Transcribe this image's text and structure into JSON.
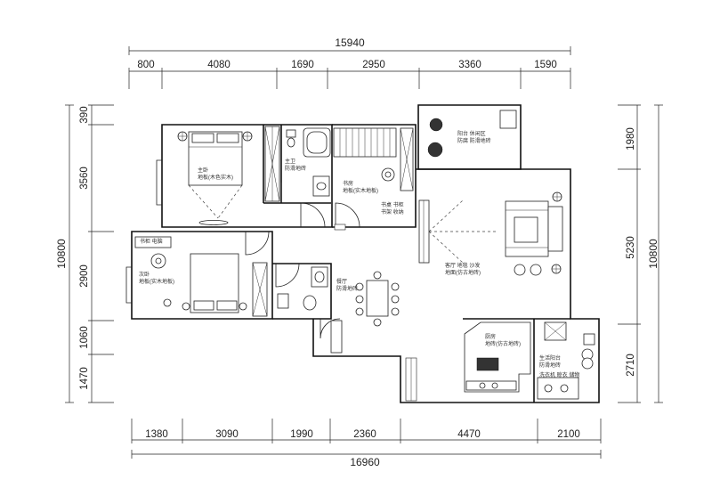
{
  "dimensions": {
    "top_total": "15940",
    "top_segments": [
      "800",
      "4080",
      "1690",
      "2950",
      "3360",
      "1590"
    ],
    "bottom_total": "16960",
    "bottom_segments": [
      "1380",
      "3090",
      "1990",
      "2360",
      "4470",
      "2100"
    ],
    "left_total": "10800",
    "left_segments": [
      "390",
      "3560",
      "2900",
      "1060",
      "1470"
    ],
    "right_total": "10800",
    "right_segments": [
      "1980",
      "5230",
      "2710"
    ]
  },
  "rooms": {
    "master_bedroom": [
      "主卧",
      "地板(木色实木)"
    ],
    "master_bath": [
      "主卫",
      "防滑地砖"
    ],
    "study": [
      "书房",
      "地板(实木地板)"
    ],
    "study_note": [
      "书桌 书柜",
      "书架 收纳"
    ],
    "balcony": [
      "阳台 休闲区",
      "防腐 防滑地砖"
    ],
    "second_bedroom": [
      "次卧",
      "地板(实木地板)"
    ],
    "dining": [
      "餐厅",
      "防滑地砖"
    ],
    "living": [
      "客厅 地毯 沙发",
      "地面(仿古地砖)"
    ],
    "kitchen": [
      "厨房",
      "地砖(仿古地砖)"
    ],
    "utility": [
      "生活阳台",
      "防滑地砖"
    ],
    "utility_note": [
      "洗衣机 晾衣 储物"
    ],
    "small_label": [
      "书柜 电脑"
    ]
  },
  "colors": {
    "line": "#111111",
    "background": "#ffffff"
  }
}
